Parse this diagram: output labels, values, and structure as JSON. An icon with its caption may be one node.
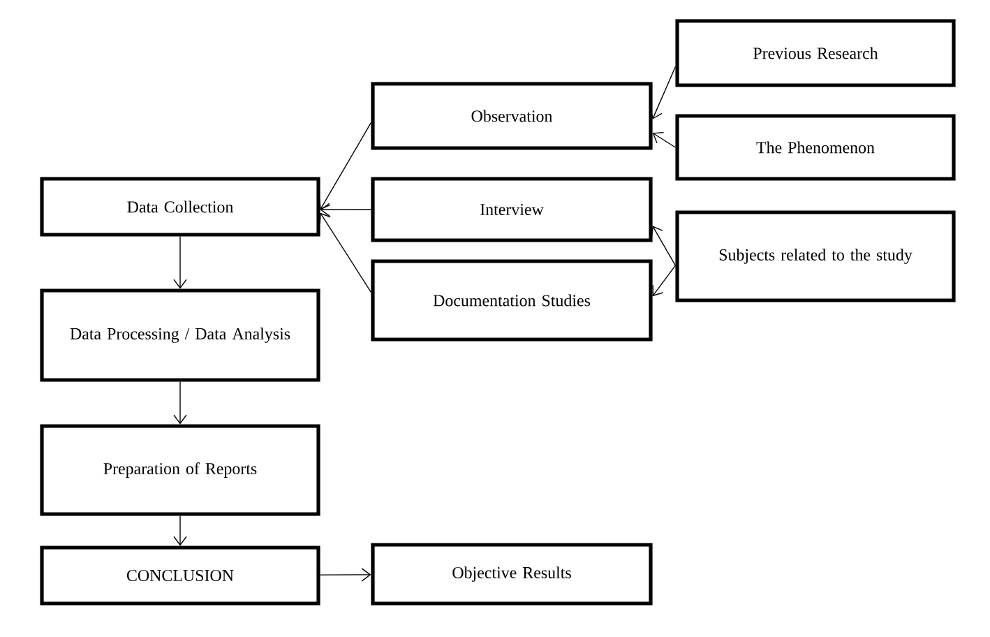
{
  "diagram": {
    "nodes": [
      {
        "text": [
          "Data Collection"
        ]
      },
      {
        "text": [
          "Observation"
        ]
      },
      {
        "text": [
          "Interview"
        ]
      },
      {
        "text": [
          "Documentation Studies"
        ]
      },
      {
        "text": [
          "Previous Research"
        ]
      },
      {
        "text": [
          "The Phenomenon"
        ]
      },
      {
        "text": [
          "Subjects related to the study"
        ]
      },
      {
        "text": [
          "Data Processing / Data Analysis"
        ]
      },
      {
        "text": [
          "Preparation of Reports"
        ]
      },
      {
        "text": [
          "CONCLUSION"
        ]
      },
      {
        "text": [
          "Objective Results"
        ]
      }
    ],
    "edges": [
      {
        "from": 4,
        "to": 1,
        "arrow": "to"
      },
      {
        "from": 5,
        "to": 1,
        "arrow": "to"
      },
      {
        "from": 6,
        "to": 2,
        "arrow": "to"
      },
      {
        "from": 6,
        "to": 3,
        "arrow": "to"
      },
      {
        "from": 1,
        "to": 0,
        "arrow": "to"
      },
      {
        "from": 2,
        "to": 0,
        "arrow": "to"
      },
      {
        "from": 3,
        "to": 0,
        "arrow": "to"
      },
      {
        "from": 0,
        "to": 7,
        "arrow": "to"
      },
      {
        "from": 7,
        "to": 8,
        "arrow": "to"
      },
      {
        "from": 8,
        "to": 9,
        "arrow": "to"
      },
      {
        "from": 9,
        "to": 10,
        "arrow": "to"
      }
    ]
  }
}
